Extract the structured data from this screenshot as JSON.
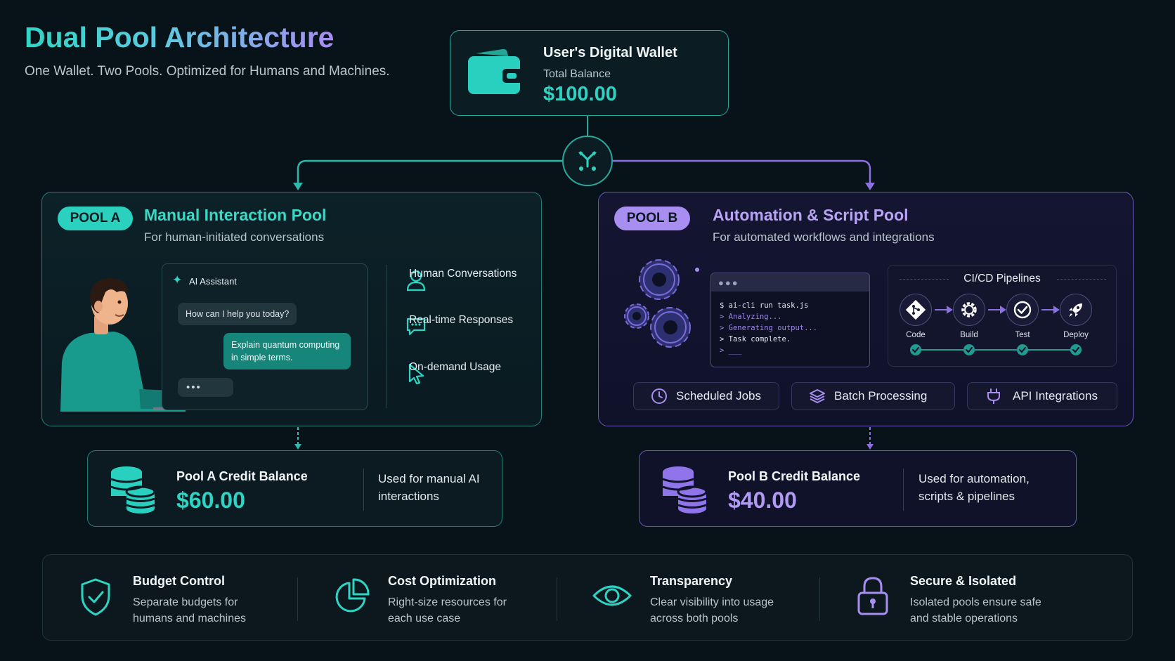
{
  "header": {
    "title": "Dual Pool Architecture",
    "subtitle": "One Wallet. Two Pools. Optimized for Humans and Machines."
  },
  "wallet": {
    "title": "User's Digital Wallet",
    "balance_label": "Total Balance",
    "balance": "$100.00",
    "icon": "wallet-icon",
    "split_icon": "fork-split-icon"
  },
  "pool_a": {
    "badge": "POOL A",
    "title": "Manual Interaction Pool",
    "subtitle": "For human-initiated conversations",
    "chat": {
      "header": "AI Assistant",
      "assistant_message": "How can I help you today?",
      "user_message": "Explain quantum computing in simple terms.",
      "typing": "•••"
    },
    "features": [
      {
        "label": "Human Conversations",
        "icon": "user-icon"
      },
      {
        "label": "Real-time Responses",
        "icon": "chat-icon"
      },
      {
        "label": "On-demand Usage",
        "icon": "cursor-icon"
      }
    ],
    "credit": {
      "title": "Pool A Credit Balance",
      "amount": "$60.00",
      "description": "Used for manual AI interactions"
    }
  },
  "pool_b": {
    "badge": "POOL B",
    "title": "Automation & Script Pool",
    "subtitle": "For automated workflows and integrations",
    "terminal": {
      "lines": [
        "$ ai-cli run task.js",
        "> Analyzing...",
        "> Generating output...",
        "> Task complete.",
        "> ___"
      ]
    },
    "cicd": {
      "title": "CI/CD Pipelines",
      "stages": [
        {
          "label": "Code",
          "icon": "git-icon"
        },
        {
          "label": "Build",
          "icon": "gear-icon"
        },
        {
          "label": "Test",
          "icon": "check-circle-icon"
        },
        {
          "label": "Deploy",
          "icon": "rocket-icon"
        }
      ]
    },
    "chips": [
      {
        "label": "Scheduled Jobs",
        "icon": "clock-icon"
      },
      {
        "label": "Batch Processing",
        "icon": "layers-icon"
      },
      {
        "label": "API Integrations",
        "icon": "plug-icon"
      }
    ],
    "credit": {
      "title": "Pool B Credit Balance",
      "amount": "$40.00",
      "description": "Used for automation, scripts & pipelines"
    }
  },
  "benefits": [
    {
      "title": "Budget Control",
      "description": "Separate budgets for humans and machines",
      "icon": "shield-check-icon"
    },
    {
      "title": "Cost Optimization",
      "description": "Right-size resources for each use case",
      "icon": "pie-chart-icon"
    },
    {
      "title": "Transparency",
      "description": "Clear visibility into usage across both pools",
      "icon": "eye-icon"
    },
    {
      "title": "Secure & Isolated",
      "description": "Isolated pools ensure safe and stable operations",
      "icon": "lock-icon"
    }
  ],
  "colors": {
    "pool_a_accent": "#2cd0bf",
    "pool_b_accent": "#a88ef0",
    "background": "#081319"
  }
}
